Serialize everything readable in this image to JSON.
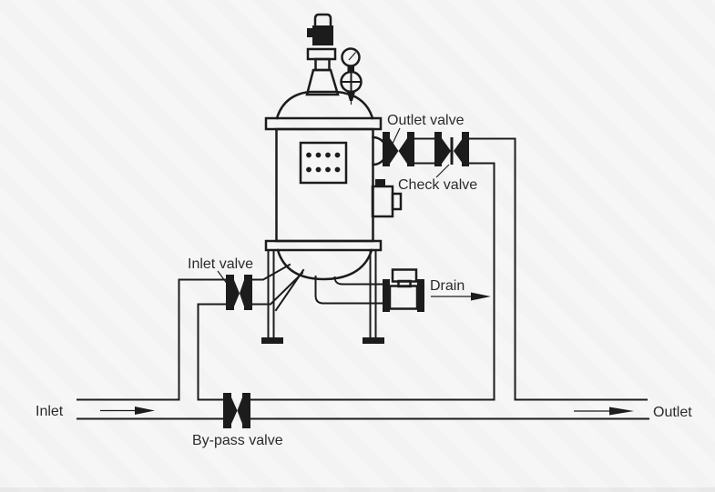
{
  "colors": {
    "background": "#f6f6f6",
    "line": "#1c1c1c",
    "text": "#2b2b2b",
    "footer_strip": "#ebebeb"
  },
  "labels": {
    "inlet": "Inlet",
    "outlet": "Outlet",
    "inlet_valve": "Inlet valve",
    "outlet_valve": "Outlet valve",
    "check_valve": "Check valve",
    "bypass_valve": "By-pass valve",
    "drain": "Drain"
  },
  "components": [
    "motor-actuator",
    "pressure-gauge",
    "gauge-cock",
    "filter-vessel",
    "vessel-top-flange",
    "inspection-panel",
    "side-bracket",
    "vessel-support-ring",
    "vessel-legs",
    "outlet-nozzle",
    "outlet-valve",
    "check-valve",
    "inlet-valve",
    "by-pass-valve",
    "drain-valve",
    "inlet-pipe",
    "outlet-pipe",
    "by-pass-pipe",
    "drain-pipe"
  ]
}
